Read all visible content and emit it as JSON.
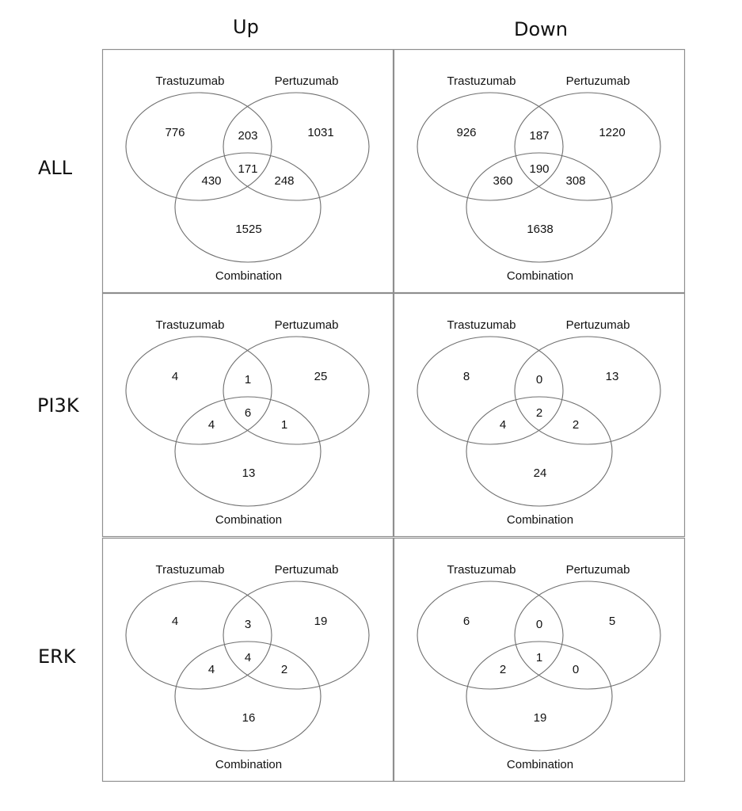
{
  "columns": [
    "Up",
    "Down"
  ],
  "rows": [
    "ALL",
    "PI3K",
    "ERK"
  ],
  "set_labels": {
    "a": "Trastuzumab",
    "b": "Pertuzumab",
    "c": "Combination"
  },
  "panels": [
    {
      "row": "ALL",
      "column": "Up",
      "regions": {
        "a_only": "776",
        "ab": "203",
        "b_only": "1031",
        "ac": "430",
        "abc": "171",
        "bc": "248",
        "c_only": "1525"
      }
    },
    {
      "row": "ALL",
      "column": "Down",
      "regions": {
        "a_only": "926",
        "ab": "187",
        "b_only": "1220",
        "ac": "360",
        "abc": "190",
        "bc": "308",
        "c_only": "1638"
      }
    },
    {
      "row": "PI3K",
      "column": "Up",
      "regions": {
        "a_only": "4",
        "ab": "1",
        "b_only": "25",
        "ac": "4",
        "abc": "6",
        "bc": "1",
        "c_only": "13"
      }
    },
    {
      "row": "PI3K",
      "column": "Down",
      "regions": {
        "a_only": "8",
        "ab": "0",
        "b_only": "13",
        "ac": "4",
        "abc": "2",
        "bc": "2",
        "c_only": "24"
      }
    },
    {
      "row": "ERK",
      "column": "Up",
      "regions": {
        "a_only": "4",
        "ab": "3",
        "b_only": "19",
        "ac": "4",
        "abc": "4",
        "bc": "2",
        "c_only": "16"
      }
    },
    {
      "row": "ERK",
      "column": "Down",
      "regions": {
        "a_only": "6",
        "ab": "0",
        "b_only": "5",
        "ac": "2",
        "abc": "1",
        "bc": "0",
        "c_only": "19"
      }
    }
  ]
}
